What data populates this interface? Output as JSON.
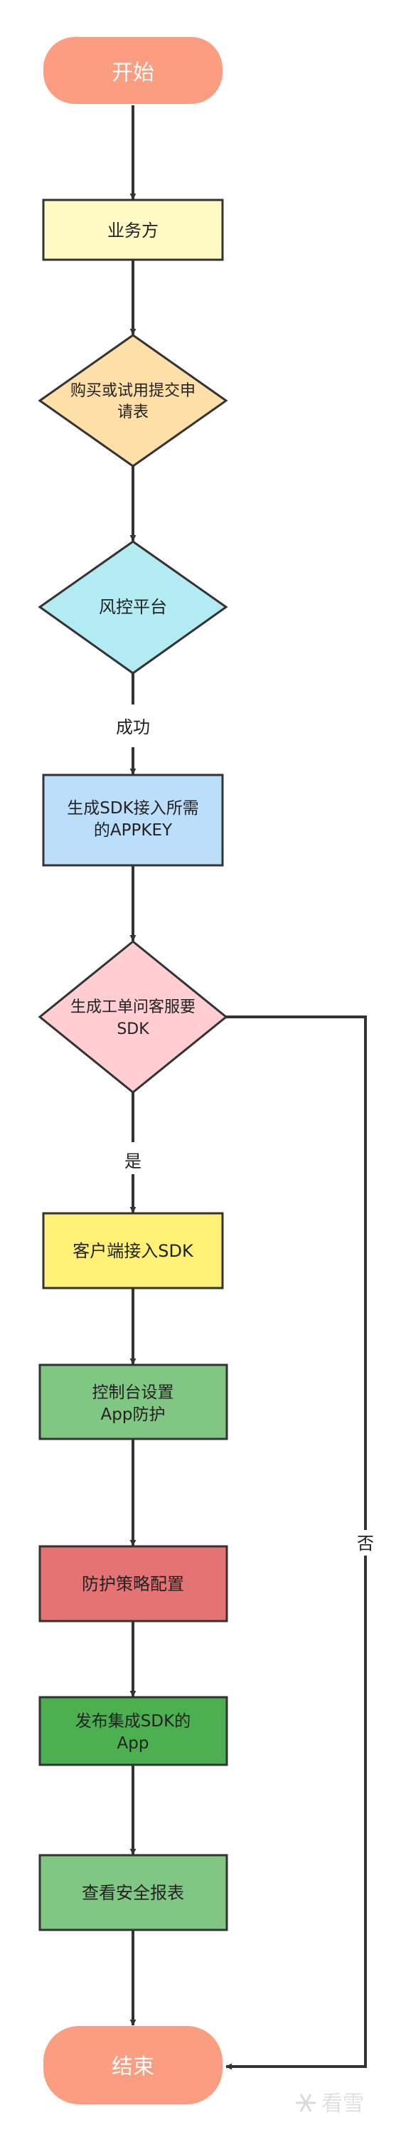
{
  "nodes": {
    "start": {
      "label": "开始",
      "fill": "#FA9D80"
    },
    "business": {
      "label": "业务方",
      "fill": "#FFF9C4"
    },
    "apply": {
      "line1": "购买或试用提交申",
      "line2": "请表",
      "fill": "#FFDFA8"
    },
    "risk": {
      "label": "风控平台",
      "fill": "#B2EBF2"
    },
    "appkey": {
      "line1": "生成SDK接入所需",
      "line2": "的APPKEY",
      "fill": "#BBDEFB"
    },
    "ticket": {
      "line1": "生成工单问客服要",
      "line2": "SDK",
      "fill": "#FFCDD2"
    },
    "integrate": {
      "label": "客户端接入SDK",
      "fill": "#FFF176"
    },
    "console": {
      "line1": "控制台设置",
      "line2": "App防护",
      "fill": "#81C784"
    },
    "policy": {
      "label": "防护策略配置",
      "fill": "#E57373"
    },
    "publish": {
      "line1": "发布集成SDK的",
      "line2": "App",
      "fill": "#4CAF50"
    },
    "report": {
      "label": "查看安全报表",
      "fill": "#81C784"
    },
    "end": {
      "label": "结束",
      "fill": "#FA9D80"
    }
  },
  "edges": {
    "success": "成功",
    "yes": "是",
    "no": "否"
  },
  "watermark": {
    "text": "看雪"
  },
  "colors": {
    "stroke": "#333333",
    "text": "#222222",
    "terminal_text": "#ffffff"
  }
}
